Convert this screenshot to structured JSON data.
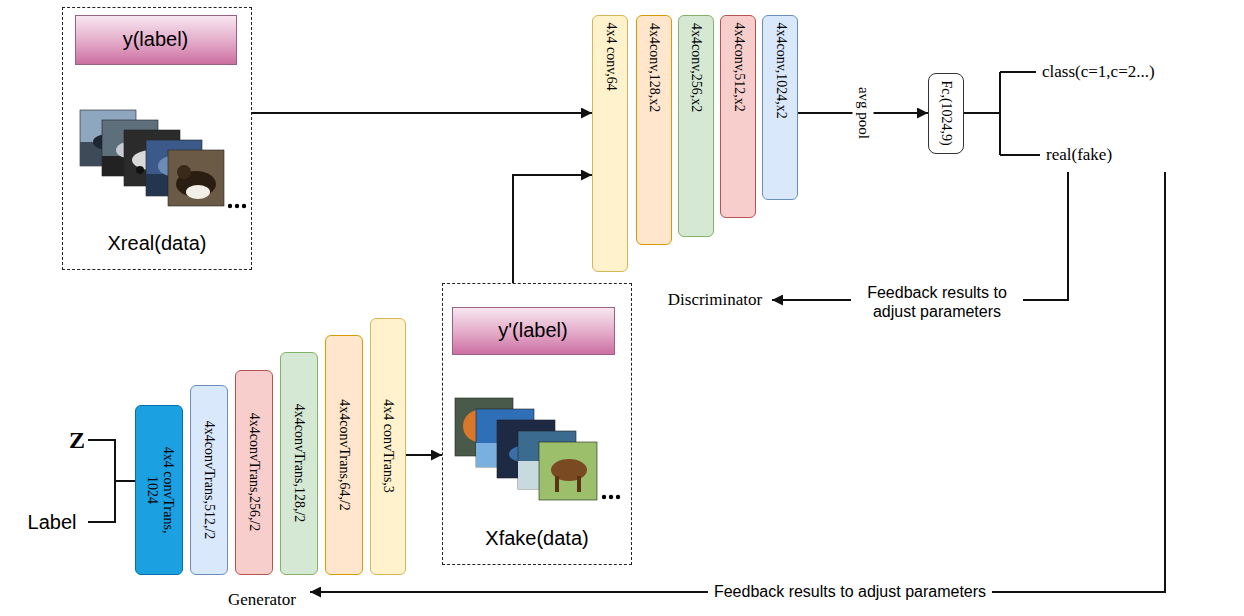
{
  "diagram": {
    "nodes": [
      {
        "text": [
          "Xreal(data)"
        ]
      },
      {
        "text": [
          "y(label)"
        ],
        "in": 0
      },
      {
        "text": [
          "4x4 conv,64"
        ]
      },
      {
        "text": [
          "4x4conv,128,x2"
        ]
      },
      {
        "text": [
          "4x4conv,256,x2"
        ]
      },
      {
        "text": [
          "4x4conv,512,x2"
        ]
      },
      {
        "text": [
          "4x4conv,1024,x2"
        ]
      },
      {
        "text": [
          "Fc,(1024,9)"
        ]
      },
      {
        "text": [
          "Xfake(data)"
        ]
      },
      {
        "text": [
          "y'(label)"
        ],
        "in": 8
      },
      {
        "text": [
          "4x4 convTrans, 1024"
        ]
      },
      {
        "text": [
          "4x4convTrans,512,/2"
        ]
      },
      {
        "text": [
          "4x4convTrans,256,/2"
        ]
      },
      {
        "text": [
          "4x4convTrans,128,/2"
        ]
      },
      {
        "text": [
          "4x4convTrans,64,/2"
        ]
      },
      {
        "text": [
          "4x4 convTrans,3"
        ]
      }
    ],
    "edges": [
      {
        "from": 0,
        "to": 2,
        "arrow": "to"
      },
      {
        "from": 8,
        "to": 2,
        "arrow": "to"
      },
      {
        "from": 6,
        "to": 7,
        "label": "avg pool",
        "arrow": "to"
      },
      {
        "from": 15,
        "to": 8,
        "arrow": "to"
      }
    ],
    "labels": [
      "class(c=1,c=2...)",
      "real(fake)",
      "Discriminator",
      "Feedback results to adjust parameters",
      "Z",
      "Label",
      "Generator",
      "Feedback results to adjust parameters"
    ]
  }
}
